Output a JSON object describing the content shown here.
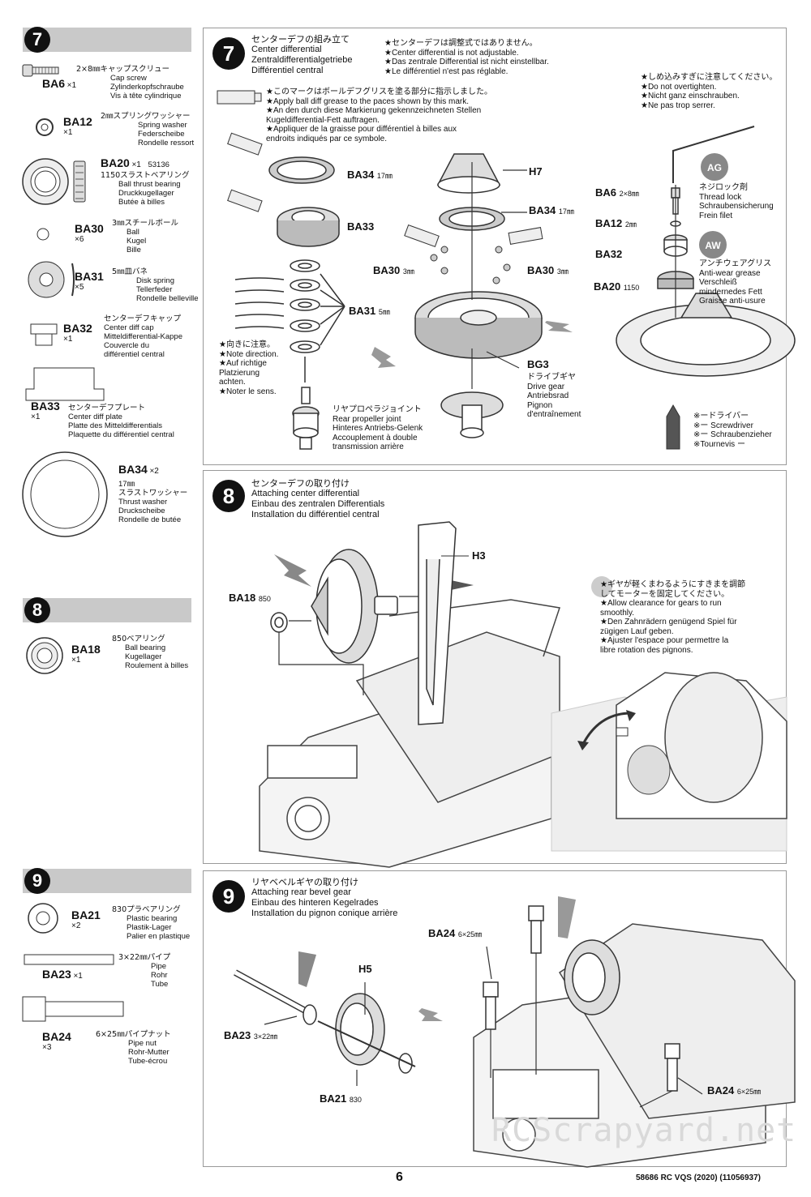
{
  "left": {
    "step7": {
      "num": "7",
      "parts": [
        {
          "code": "BA6",
          "qty": "×1",
          "desc": [
            "2×8㎜キャップスクリュー",
            "Cap screw",
            "Zylinderkopfschraube",
            "Vis à tête cylindrique"
          ]
        },
        {
          "code": "BA12",
          "qty": "×1",
          "desc": [
            "2㎜スプリングワッシャー",
            "Spring washer",
            "Federscheibe",
            "Rondelle ressort"
          ]
        },
        {
          "code": "BA20",
          "qty": "×1",
          "extra": "53136",
          "desc": [
            "1150スラストベアリング",
            "Ball thrust bearing",
            "Druckkugellager",
            "Butée à billes"
          ]
        },
        {
          "code": "BA30",
          "qty": "×6",
          "desc": [
            "3㎜スチールボール",
            "Ball",
            "Kugel",
            "Bille"
          ]
        },
        {
          "code": "BA31",
          "qty": "×5",
          "desc": [
            "5㎜皿バネ",
            "Disk spring",
            "Tellerfeder",
            "Rondelle belleville"
          ]
        },
        {
          "code": "BA32",
          "qty": "×1",
          "desc": [
            "センターデフキャップ",
            "Center diff cap",
            "Mitteldifferential-Kappe",
            "Couvercle du",
            "différentiel central"
          ]
        },
        {
          "code": "BA33",
          "qty": "×1",
          "desc": [
            "センターデフプレート",
            "Center diff plate",
            "Platte des Mitteldifferentials",
            "Plaquette du différentiel central"
          ]
        },
        {
          "code": "BA34",
          "qty": "×2",
          "desc": [
            "17㎜",
            "スラストワッシャー",
            "Thrust washer",
            "Druckscheibe",
            "Rondelle de butée"
          ]
        }
      ]
    },
    "step8": {
      "num": "8",
      "parts": [
        {
          "code": "BA18",
          "qty": "×1",
          "desc": [
            "850ベアリング",
            "Ball bearing",
            "Kugellager",
            "Roulement à billes"
          ]
        }
      ]
    },
    "step9": {
      "num": "9",
      "parts": [
        {
          "code": "BA21",
          "qty": "×2",
          "desc": [
            "830プラベアリング",
            "Plastic bearing",
            "Plastik-Lager",
            "Palier en plastique"
          ]
        },
        {
          "code": "BA23",
          "qty": "×1",
          "desc": [
            "3×22㎜パイプ",
            "Pipe",
            "Rohr",
            "Tube"
          ]
        },
        {
          "code": "BA24",
          "qty": "×3",
          "desc": [
            "6×25㎜パイプナット",
            "Pipe nut",
            "Rohr-Mutter",
            "Tube-écrou"
          ]
        }
      ]
    }
  },
  "step7": {
    "num": "7",
    "title": [
      "センターデフの組み立て",
      "Center differential",
      "Zentraldifferentialgetriebe",
      "Différentiel central"
    ],
    "note_adjust": [
      "★センターデフは調整式ではありません。",
      "★Center differential is not adjustable.",
      "★Das zentrale Differential ist nicht einstellbar.",
      "★Le différentiel n'est pas réglable."
    ],
    "note_grease": [
      "★このマークはボールデフグリスを塗る部分に指示しました。",
      "★Apply ball diff grease to the paces shown by this mark.",
      "★An den durch diese Markierung gekennzeichneten Stellen",
      "Kugeldifferential-Fett auftragen.",
      "★Appliquer de la graisse pour différentiel à billes aux",
      "endroits indiqués par ce symbole."
    ],
    "note_tighten": [
      "★しめ込みすぎに注意してください。",
      "★Do not overtighten.",
      "★Nicht ganz einschrauben.",
      "★Ne pas trop serrer."
    ],
    "note_direction": [
      "★向きに注意。",
      "★Note direction.",
      "★Auf richtige",
      "Platzierung",
      "achten.",
      "★Noter le sens."
    ],
    "labels": {
      "ba34a": "BA34",
      "ba34a_size": "17㎜",
      "ba33": "BA33",
      "ba31": "BA31",
      "ba31_size": "5㎜",
      "h7": "H7",
      "ba34b": "BA34",
      "ba34b_size": "17㎜",
      "ba30a": "BA30",
      "ba30a_size": "3㎜",
      "ba30b": "BA30",
      "ba30b_size": "3㎜",
      "bg3": "BG3",
      "ba6": "BA6",
      "ba6_size": "2×8㎜",
      "ba12": "BA12",
      "ba12_size": "2㎜",
      "ba32": "BA32",
      "ba20": "BA20",
      "ba20_size": "1150",
      "ag": "AG",
      "aw": "AW"
    },
    "bg3_desc": [
      "ドライブギヤ",
      "Drive gear",
      "Antriebsrad",
      "Pignon",
      "d'entraînement"
    ],
    "joint_desc": [
      "リヤプロペラジョイント",
      "Rear propeller joint",
      "Hinteres Antriebs-Gelenk",
      "Accouplement à double",
      "transmission arrière"
    ],
    "threadlock": [
      "ネジロック剤",
      "Thread lock",
      "Schraubensicherung",
      "Frein filet"
    ],
    "antiwear": [
      "アンチウェアグリス",
      "Anti-wear grease",
      "Verschleiß",
      "mindernedes Fett",
      "Graisse anti-usure"
    ],
    "driver": [
      "※ードライバー",
      "※ー Screwdriver",
      "※ー Schraubenzieher",
      "※Tournevis ー"
    ]
  },
  "step8": {
    "num": "8",
    "title": [
      "センターデフの取り付け",
      "Attaching center differential",
      "Einbau des zentralen Differentials",
      "Installation du différentiel central"
    ],
    "labels": {
      "h3": "H3",
      "ba18": "BA18",
      "ba18_size": "850"
    },
    "note": [
      "★ギヤが軽くまわるようにすきまを調節",
      "してモーターを固定してください。",
      "★Allow clearance for gears to run",
      "smoothly.",
      "★Den Zahnrädern genügend Spiel für",
      "zügigen Lauf geben.",
      "★Ajuster l'espace pour permettre la",
      "libre rotation des pignons."
    ]
  },
  "step9": {
    "num": "9",
    "title": [
      "リヤベベルギヤの取り付け",
      "Attaching rear bevel gear",
      "Einbau des hinteren Kegelrades",
      "Installation du pignon conique arrière"
    ],
    "labels": {
      "h5": "H5",
      "ba24a": "BA24",
      "ba24a_size": "6×25㎜",
      "ba24b": "BA24",
      "ba24b_size": "6×25㎜",
      "ba23": "BA23",
      "ba23_size": "3×22㎜",
      "ba21": "BA21",
      "ba21_size": "830"
    }
  },
  "footer": {
    "page": "6",
    "code": "58686 RC VQS (2020) (11056937)",
    "watermark": "RCScrapyard.net"
  }
}
